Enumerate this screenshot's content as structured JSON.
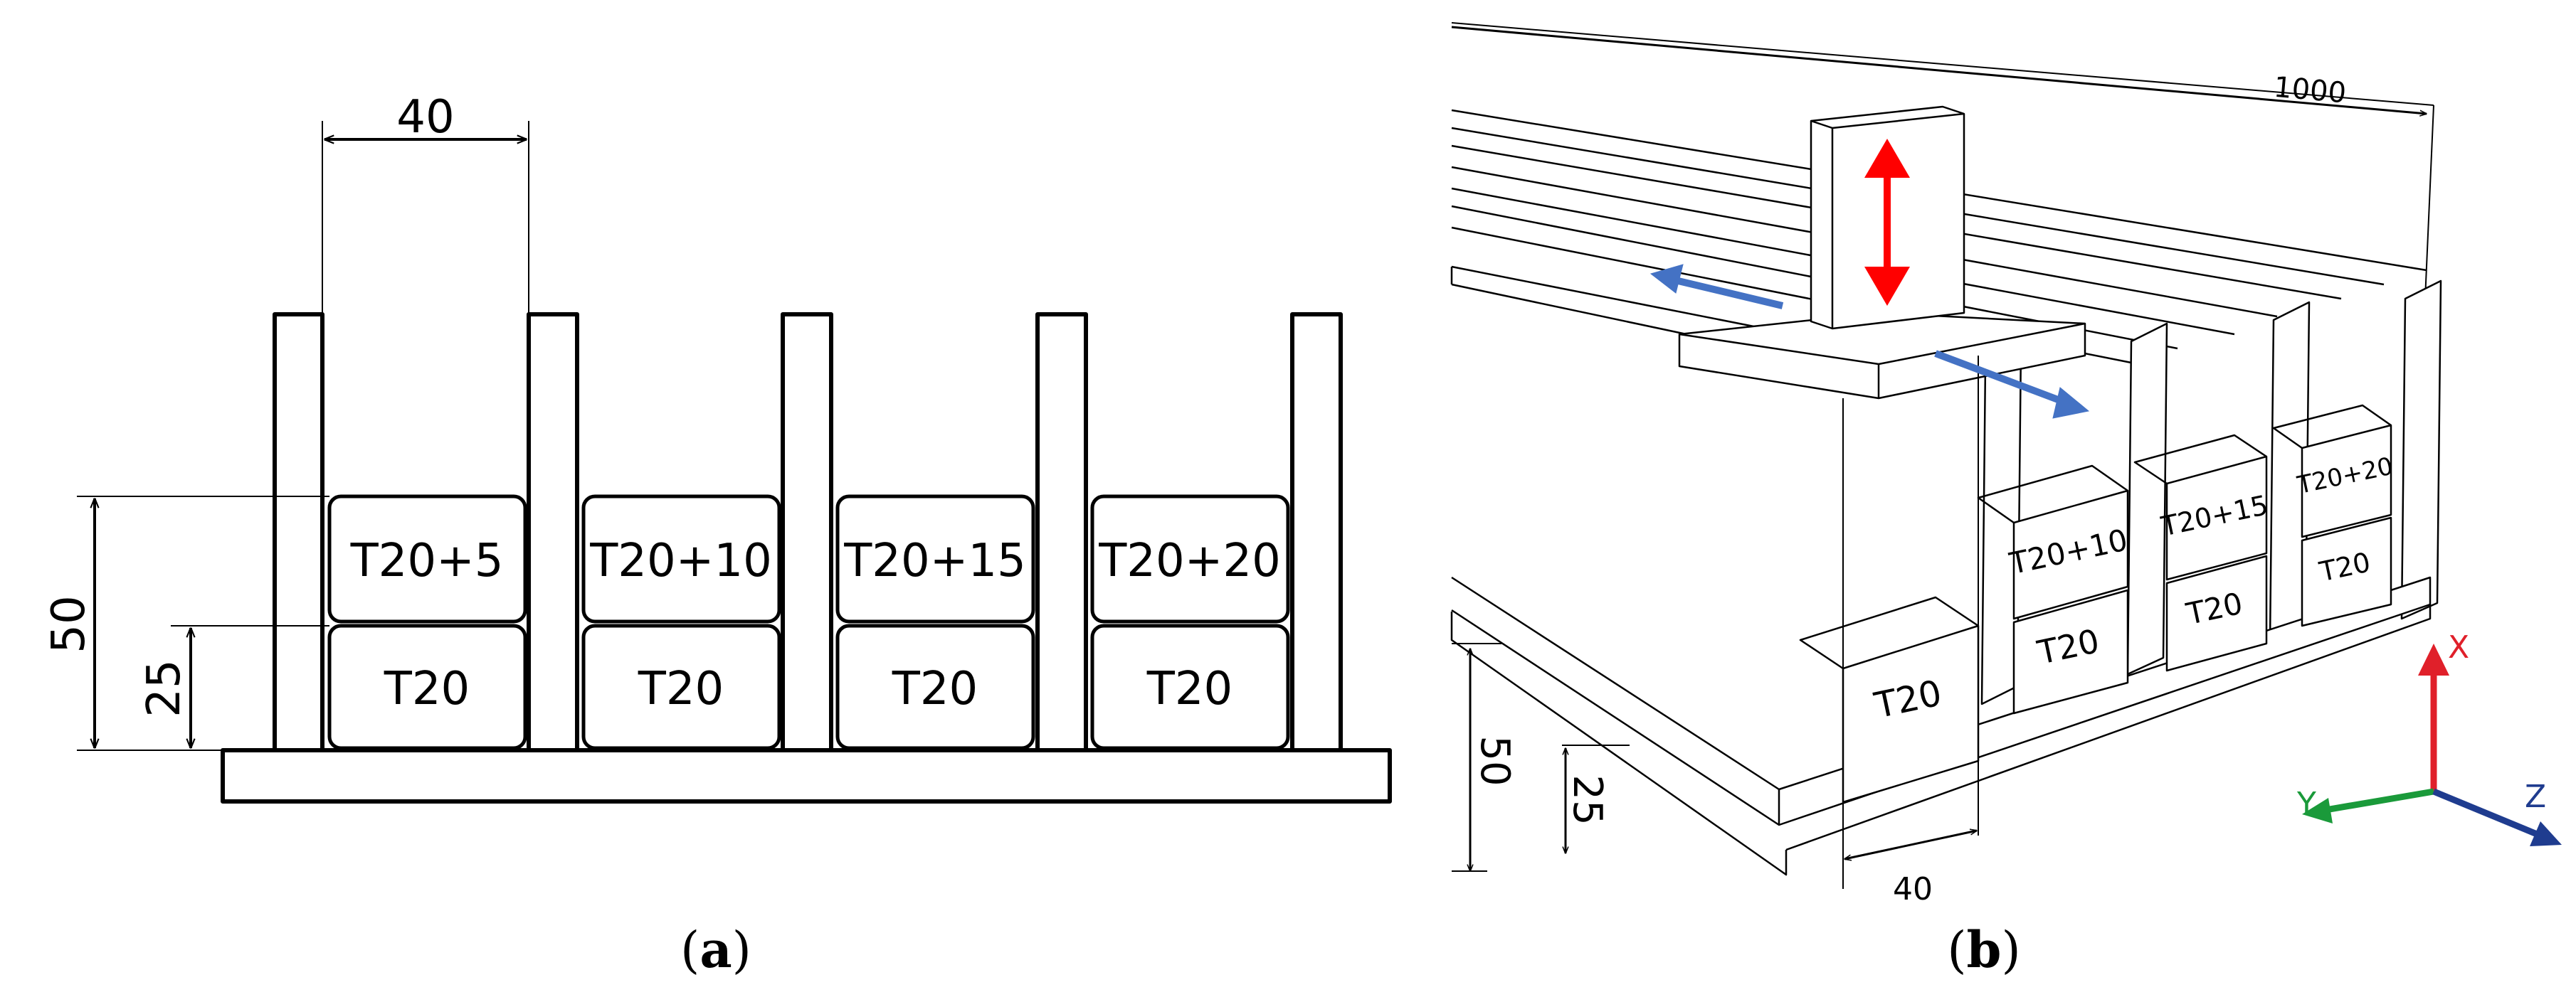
{
  "panel_a": {
    "dim_width": "40",
    "dim_height_total": "50",
    "dim_height_lower": "25",
    "cells_lower": [
      "T20",
      "T20",
      "T20",
      "T20"
    ],
    "cells_upper": [
      "T20+5",
      "T20+10",
      "T20+15",
      "T20+20"
    ],
    "caption_open": "(",
    "caption_letter": "a",
    "caption_close": ")"
  },
  "panel_b": {
    "dim_length": "1000",
    "dim_width": "40",
    "dim_height_total": "50",
    "dim_height_lower": "25",
    "cells_lower": [
      "T20",
      "T20",
      "T20",
      "T20"
    ],
    "cells_upper": [
      "T20+10",
      "T20+15",
      "T20+20"
    ],
    "axes": {
      "x": "X",
      "y": "Y",
      "z": "Z"
    },
    "colors": {
      "vertical_arrow": "#ff0000",
      "horizontal_arrow": "#4472c4",
      "axis_x": "#e0202a",
      "axis_y": "#1a9a3a",
      "axis_z": "#1f3c8f"
    },
    "caption_open": "(",
    "caption_letter": "b",
    "caption_close": ")"
  }
}
